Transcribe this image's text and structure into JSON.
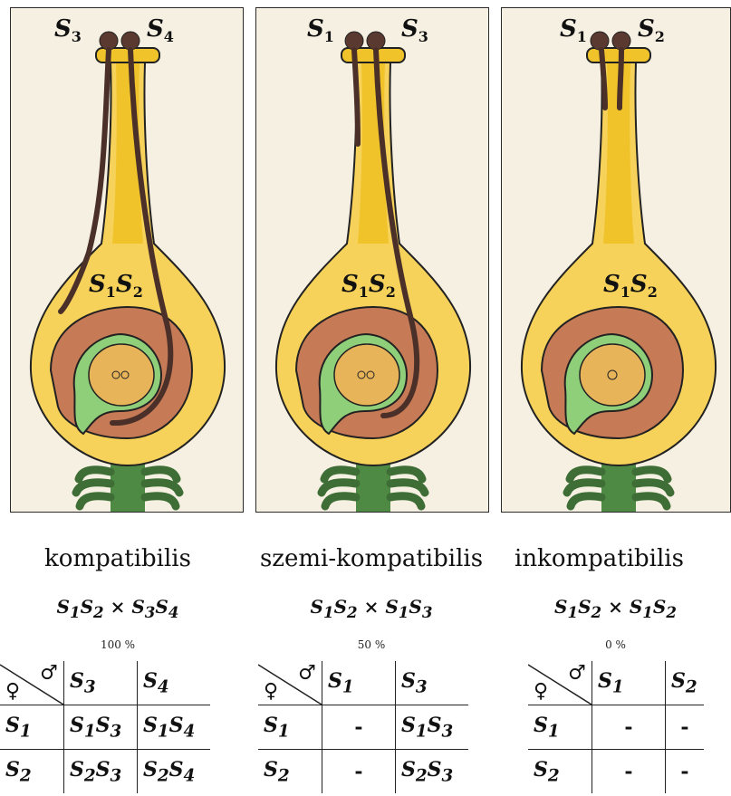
{
  "panels": [
    {
      "stigma_left": {
        "letter": "S",
        "sub": "3"
      },
      "stigma_right": {
        "letter": "S",
        "sub": "4"
      },
      "ovary_label": {
        "a": "S",
        "asub": "1",
        "b": "S",
        "bsub": "2"
      },
      "tube_reaches": "ovule"
    },
    {
      "stigma_left": {
        "letter": "S",
        "sub": "1"
      },
      "stigma_right": {
        "letter": "S",
        "sub": "3"
      },
      "ovary_label": {
        "a": "S",
        "asub": "1",
        "b": "S",
        "bsub": "2"
      },
      "tube_reaches": "half"
    },
    {
      "stigma_left": {
        "letter": "S",
        "sub": "1"
      },
      "stigma_right": {
        "letter": "S",
        "sub": "2"
      },
      "ovary_label": {
        "a": "S",
        "asub": "1",
        "b": "S",
        "bsub": "2"
      },
      "tube_reaches": "none"
    }
  ],
  "cases": [
    {
      "title": "kompatibilis",
      "cross": {
        "f1": "S",
        "f1s": "1",
        "f2": "S",
        "f2s": "2",
        "x": "×",
        "m1": "S",
        "m1s": "3",
        "m2": "S",
        "m2s": "4"
      },
      "percent": "100 %",
      "female_symbol": "♀",
      "male_symbol": "♂",
      "header": [
        {
          "t": "S",
          "s": "3"
        },
        {
          "t": "S",
          "s": "4"
        }
      ],
      "rows": [
        {
          "label": {
            "t": "S",
            "s": "1"
          },
          "cells": [
            {
              "a": "S",
              "as": "1",
              "b": "S",
              "bs": "3"
            },
            {
              "a": "S",
              "as": "1",
              "b": "S",
              "bs": "4"
            }
          ]
        },
        {
          "label": {
            "t": "S",
            "s": "2"
          },
          "cells": [
            {
              "a": "S",
              "as": "2",
              "b": "S",
              "bs": "3"
            },
            {
              "a": "S",
              "as": "2",
              "b": "S",
              "bs": "4"
            }
          ]
        }
      ]
    },
    {
      "title": "szemi-kompatibilis",
      "cross": {
        "f1": "S",
        "f1s": "1",
        "f2": "S",
        "f2s": "2",
        "x": "×",
        "m1": "S",
        "m1s": "1",
        "m2": "S",
        "m2s": "3"
      },
      "percent": "50 %",
      "female_symbol": "♀",
      "male_symbol": "♂",
      "header": [
        {
          "t": "S",
          "s": "1"
        },
        {
          "t": "S",
          "s": "3"
        }
      ],
      "rows": [
        {
          "label": {
            "t": "S",
            "s": "1"
          },
          "cells": [
            {
              "dash": "-"
            },
            {
              "a": "S",
              "as": "1",
              "b": "S",
              "bs": "3"
            }
          ]
        },
        {
          "label": {
            "t": "S",
            "s": "2"
          },
          "cells": [
            {
              "dash": "-"
            },
            {
              "a": "S",
              "as": "2",
              "b": "S",
              "bs": "3"
            }
          ]
        }
      ]
    },
    {
      "title": "inkompatibilis",
      "cross": {
        "f1": "S",
        "f1s": "1",
        "f2": "S",
        "f2s": "2",
        "x": "×",
        "m1": "S",
        "m1s": "1",
        "m2": "S",
        "m2s": "2"
      },
      "percent": "0 %",
      "female_symbol": "♀",
      "male_symbol": "♂",
      "header": [
        {
          "t": "S",
          "s": "1"
        },
        {
          "t": "S",
          "s": "2"
        }
      ],
      "rows": [
        {
          "label": {
            "t": "S",
            "s": "1"
          },
          "cells": [
            {
              "dash": "-"
            },
            {
              "dash": "-"
            }
          ]
        },
        {
          "label": {
            "t": "S",
            "s": "2"
          },
          "cells": [
            {
              "dash": "-"
            },
            {
              "dash": "-"
            }
          ]
        }
      ]
    }
  ],
  "colors": {
    "style_yellow": "#f0c32a",
    "ovary_fill": "#f6d25a",
    "integument_brown": "#c67a55",
    "ovule_green": "#8fcf7a",
    "nucellus": "#e8b45a",
    "pollen_tube": "#4a3028",
    "stalk_green": "#4f8a45",
    "panel_bg": "#f6f0e2"
  }
}
